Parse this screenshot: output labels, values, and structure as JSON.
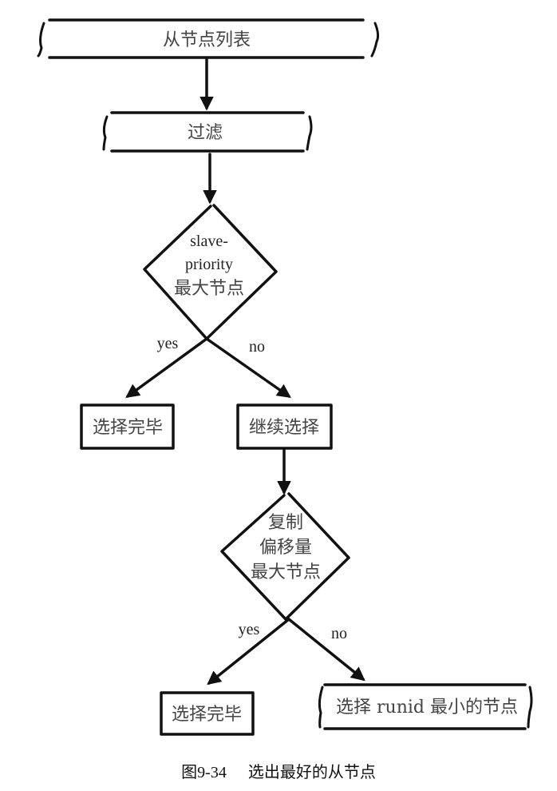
{
  "nodes": {
    "slave_list": "从节点列表",
    "filter": "过滤",
    "decision1": [
      "slave-",
      "priority",
      "最大节点"
    ],
    "done1": "选择完毕",
    "continue": "继续选择",
    "decision2": [
      "复制",
      "偏移量",
      "最大节点"
    ],
    "done2": "选择完毕",
    "min_runid": "选择 runid 最小的节点"
  },
  "edges": {
    "d1_yes": "yes",
    "d1_no": "no",
    "d2_yes": "yes",
    "d2_no": "no"
  },
  "caption": {
    "figure_number": "图9-34",
    "title": "选出最好的从节点"
  },
  "colors": {
    "stroke": "#111111",
    "text": "#444444",
    "background": "#ffffff"
  }
}
